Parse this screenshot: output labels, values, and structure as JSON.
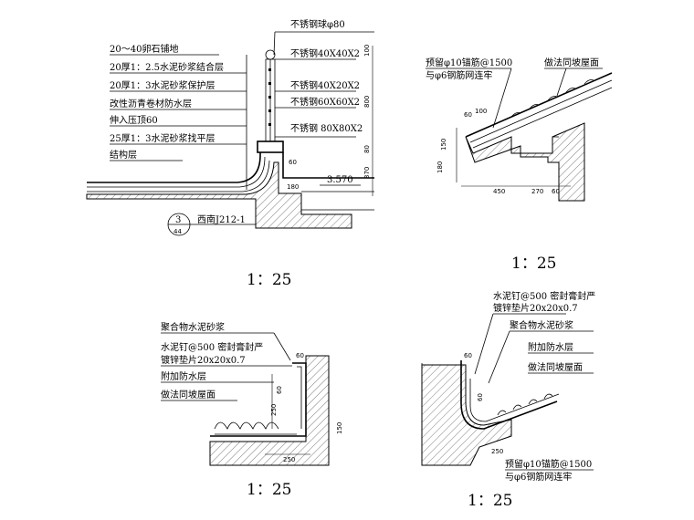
{
  "detail1": {
    "labels": [
      "20～40卵石铺地",
      "20厚1：2.5水泥砂浆结合层",
      "20厚1：3水泥砂浆保护层",
      "改性沥青卷材防水层",
      "伸入压顶60",
      "25厚1：3水泥砂浆找平层",
      "结构层"
    ],
    "railing_labels": [
      "不锈钢球φ80",
      "不锈钢40X40X2",
      "不锈钢40X20X2",
      "不锈钢60X60X2",
      "不锈钢 80X80X2"
    ],
    "dims_right": [
      "100",
      "800",
      "80",
      "370"
    ],
    "dims_bottom": [
      "60",
      "180"
    ],
    "elevation": "3.570",
    "ref_top": "3",
    "ref_bottom": "44",
    "ref_note": "西南J212-1",
    "scale": "1：25"
  },
  "detail2": {
    "labels": [
      "预留φ10锚筋@1500",
      "与φ6钢筋网连牢",
      "做法同坡屋面"
    ],
    "dims": [
      "60",
      "100",
      "150",
      "180",
      "450",
      "270",
      "60"
    ],
    "scale": "1：25"
  },
  "detail3": {
    "labels": [
      "聚合物水泥砂浆",
      "水泥钉@500 密封膏封严",
      "镀锌垫片20x20x0.7",
      "附加防水层",
      "做法同坡屋面"
    ],
    "dims": [
      "60",
      "60",
      "250",
      "150",
      "250"
    ],
    "scale": "1：25"
  },
  "detail4": {
    "labels": [
      "水泥钉@500 密封膏封严",
      "镀锌垫片20x20x0.7",
      "聚合物水泥砂浆",
      "附加防水层",
      "做法同坡屋面",
      "预留φ10锚筋@1500",
      "与φ6钢筋网连牢"
    ],
    "dims": [
      "60",
      "60",
      "250"
    ],
    "scale": "1：25"
  }
}
